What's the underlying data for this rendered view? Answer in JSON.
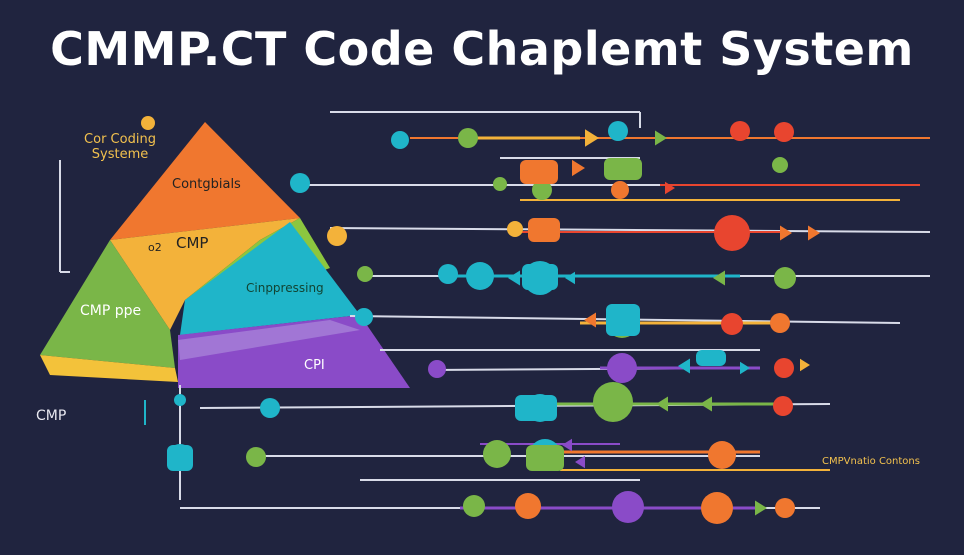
{
  "title": "CMMP.CT Code Chaplemt System",
  "system_label": "Cor Coding Systeme",
  "pyramid": {
    "top": "Contgbials",
    "mid_left": "CMP",
    "mid_left_small": "o2",
    "right": "Cinppressing",
    "bottom_left": "CMP ppe",
    "bottom": "CPI"
  },
  "left_label": "CMP",
  "bottom_right_label": "CMPVnatio Contons",
  "colors": {
    "background": "#20243f",
    "orange": "#f0772f",
    "red": "#e8452f",
    "yellow": "#f3b23a",
    "green": "#7ab648",
    "teal": "#1fb5c9",
    "purple": "#8a4bc8",
    "white": "#ffffff"
  }
}
